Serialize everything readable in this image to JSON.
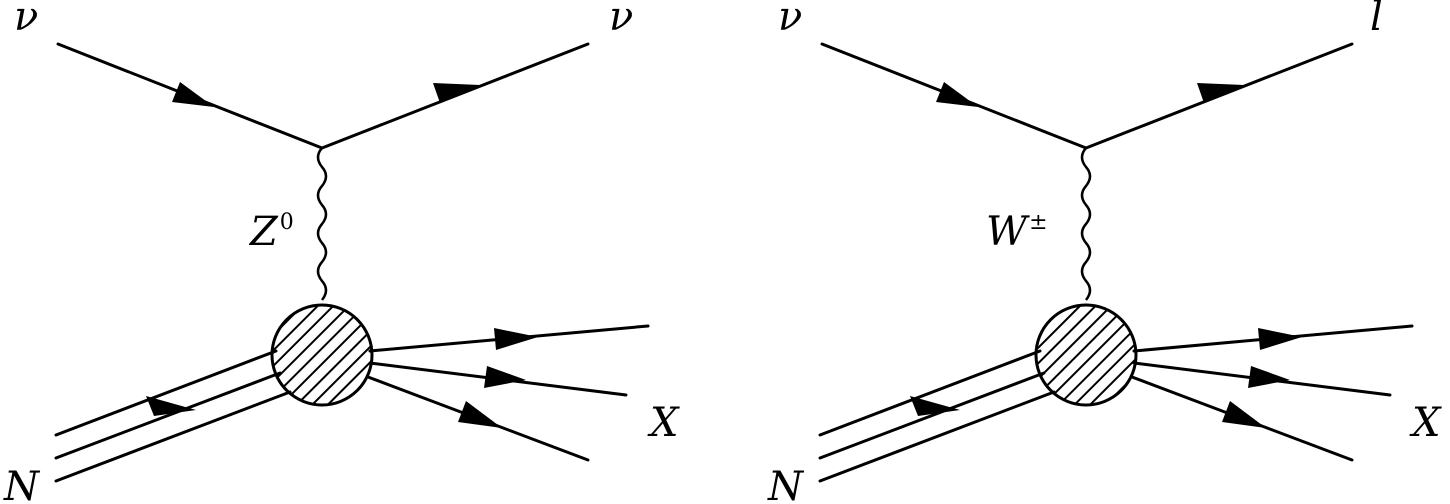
{
  "diagrams": [
    {
      "incoming_label": "ν",
      "outgoing_label": "ν",
      "boson_label_base": "Z",
      "boson_label_sup": "0",
      "nucleon_label": "N",
      "hadrons_label": "X"
    },
    {
      "incoming_label": "ν",
      "outgoing_label": "l",
      "boson_label_base": "W",
      "boson_label_sup": "±",
      "nucleon_label": "N",
      "hadrons_label": "X"
    }
  ]
}
